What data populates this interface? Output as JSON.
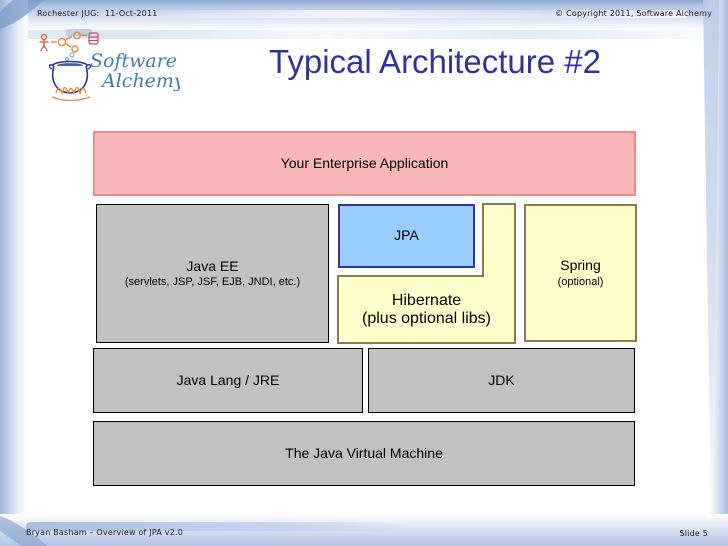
{
  "slide": {
    "header": {
      "left_text": "Rochester JUG:  11-Oct-2011",
      "right_text": "© Copyright 2011, Software Alchemy"
    },
    "footer": {
      "left_text": "Bryan Basham – Overview of JPA v2.0",
      "right_text": "Slide 5"
    },
    "logo": {
      "name_line1": "Software",
      "name_line2": "Alchemy",
      "text_color": "#3e7dae"
    },
    "title": {
      "text": "Typical Architecture #2",
      "color": "#32329b"
    }
  },
  "diagram": {
    "boxes": {
      "enterprise": {
        "label": "Your Enterprise Application",
        "fill": "#f9b7b7",
        "border": "#e98b8b"
      },
      "javaee": {
        "label": "Java EE",
        "sublabel": "(servlets, JSP, JSF, EJB, JNDI, etc.)",
        "fill": "#c1c1c1",
        "border": "#000000"
      },
      "jpa": {
        "label": "JPA",
        "fill": "#99ccff",
        "border": "#2c3a8c"
      },
      "hibernate": {
        "label": "Hibernate",
        "sublabel": "(plus optional libs)",
        "fill": "#ffffcc",
        "border": "#8c7b4b"
      },
      "spring": {
        "label": "Spring",
        "sublabel": "(optional)",
        "fill": "#ffffcc",
        "border": "#8c7b4b"
      },
      "javalang": {
        "label": "Java Lang / JRE",
        "fill": "#c1c1c1",
        "border": "#000000"
      },
      "jdk": {
        "label": "JDK",
        "fill": "#c1c1c1",
        "border": "#000000"
      },
      "jvm": {
        "label": "The Java Virtual Machine",
        "fill": "#c1c1c1",
        "border": "#000000"
      }
    }
  }
}
